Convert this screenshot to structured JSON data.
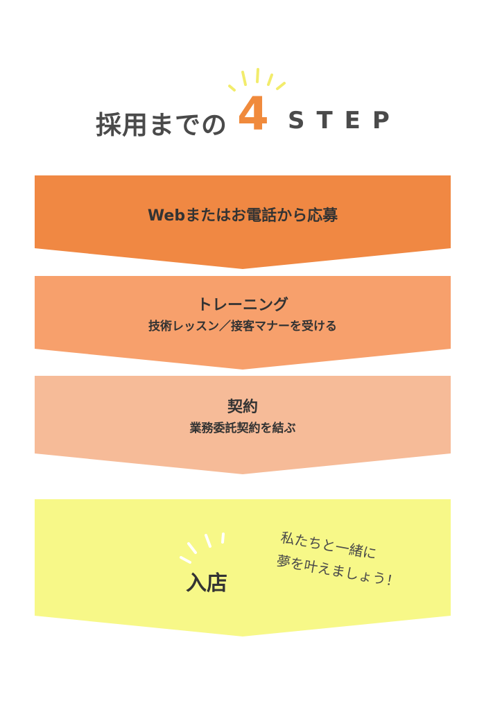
{
  "title": {
    "prefix": "採用までの",
    "number": "4",
    "suffix": "STEP"
  },
  "steps": [
    {
      "label": "Webまたはお電話から応募",
      "sublabel": "",
      "color": "#f08843"
    },
    {
      "label": "トレーニング",
      "sublabel": "技術レッスン／接客マナーを受ける",
      "color": "#f7a06c"
    },
    {
      "label": "契約",
      "sublabel": "業務委託契約を結ぶ",
      "color": "#f6bb98"
    },
    {
      "label": "入店",
      "sublabel": "",
      "color": "#f7f888"
    }
  ],
  "note": {
    "line1": "私たちと一緒に",
    "line2": "夢を叶えましょう！"
  },
  "colors": {
    "accent": "#f08a3c",
    "ray": "#f2ec6c",
    "text": "#4a4a4a"
  }
}
